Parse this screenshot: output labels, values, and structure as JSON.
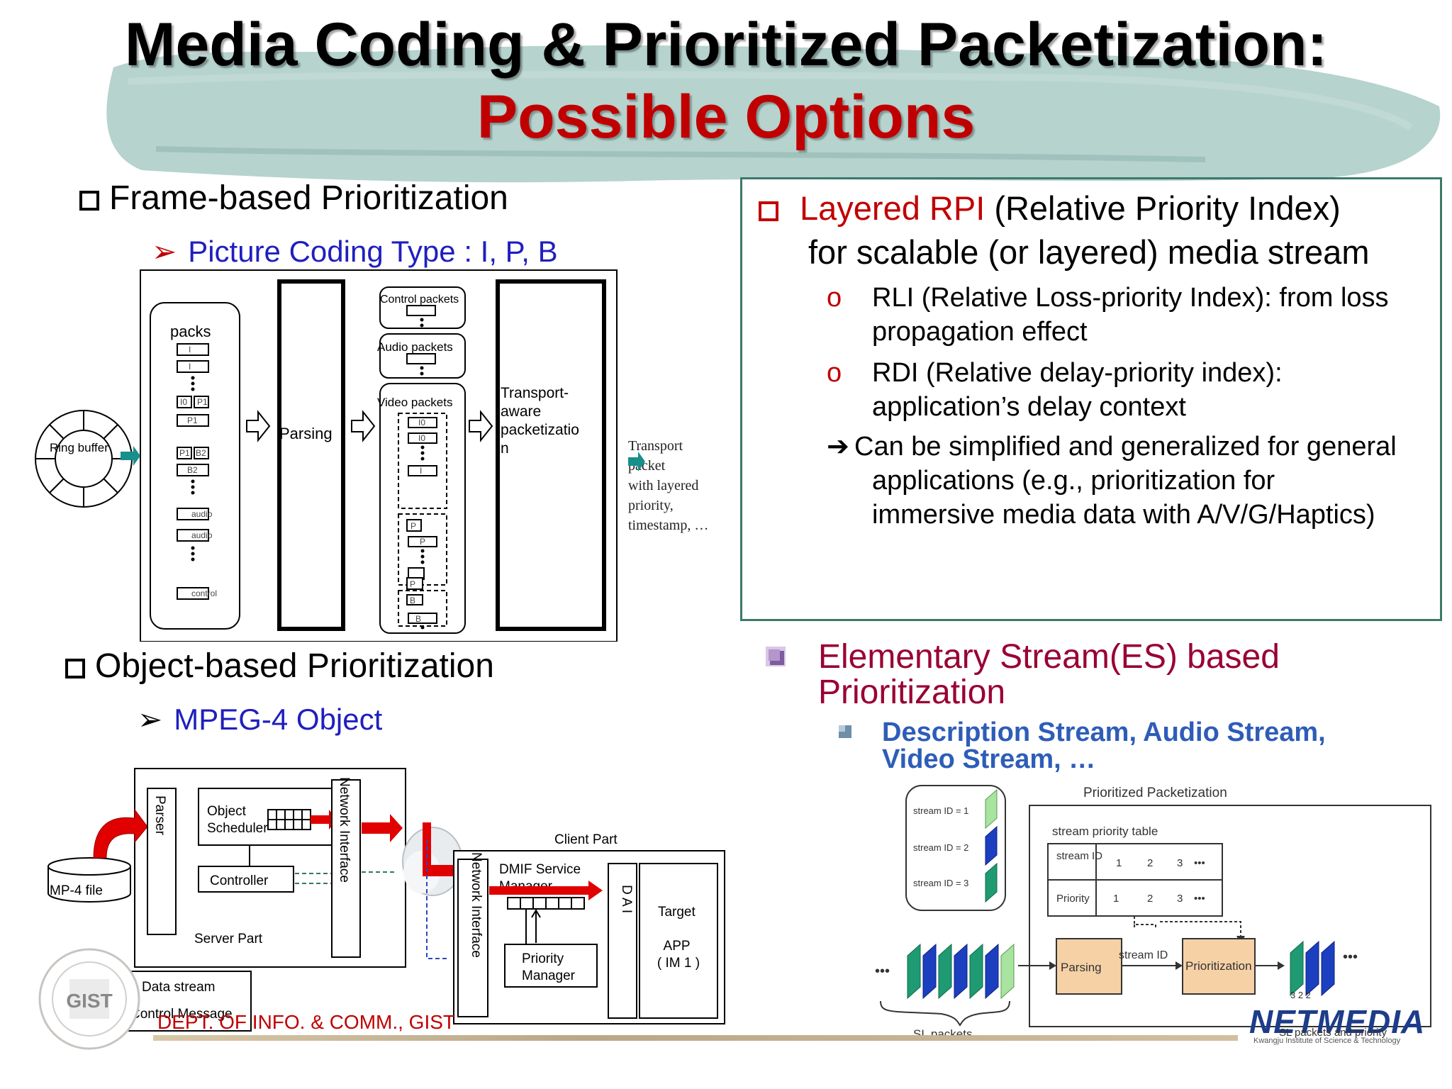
{
  "title": {
    "line1": "Media Coding & Prioritized Packetization:",
    "line2": "Possible Options"
  },
  "frame_section": {
    "heading": "Frame-based Prioritization",
    "sub": "Picture Coding Type : I, P, B",
    "diagram": {
      "ring_buffer": "Ring buffer",
      "packs": "packs",
      "pack_items": [
        "I",
        "I",
        "I0",
        "P1",
        "P1",
        "P1",
        "B2",
        "B2",
        "audio",
        "audio",
        "control"
      ],
      "parsing": "Parsing",
      "control_packets": "Control packets",
      "audio_packets": "Audio packets",
      "video_packets": "Video packets",
      "video_items": [
        "I0",
        "I0",
        "I",
        "P",
        "P",
        "P",
        "B",
        "B"
      ],
      "transport_aware": [
        "Transport-",
        "aware",
        "packetizatio",
        "n"
      ],
      "transport_packet": [
        "Transport",
        "packet",
        "with layered",
        "priority,",
        "timestamp, …"
      ]
    }
  },
  "object_section": {
    "heading": "Object-based Prioritization",
    "sub": "MPEG-4 Object",
    "diagram": {
      "mp4_file": "MP-4 file",
      "parser": "Parser",
      "object_scheduler": [
        "Object",
        "Scheduler"
      ],
      "controller": "Controller",
      "network_interface": "Network Interface",
      "server_part": "Server Part",
      "client_part": "Client Part",
      "dmif": [
        "DMIF Service",
        "Manager"
      ],
      "dai": "D A I",
      "target_app": [
        "Target",
        "APP",
        "( IM 1 )"
      ],
      "priority_manager": [
        "Priority",
        "Manager"
      ],
      "legend_data": "Data stream",
      "legend_control": "Control Message"
    }
  },
  "rpi_box": {
    "bullet_red": "Layered RPI",
    "bullet_rest": " (Relative Priority Index)",
    "line2": "for scalable (or layered) media stream",
    "o_marker": "o",
    "rli": [
      "RLI (Relative Loss-priority Index): from loss",
      "propagation effect"
    ],
    "rdi": [
      "RDI (Relative delay-priority index):",
      "application’s delay context"
    ],
    "arrow_lines": [
      "Can be simplified and generalized for general",
      "applications (e.g., prioritization for",
      "immersive media data with A/V/G/Haptics)"
    ]
  },
  "es_section": {
    "heading_line1": "Elementary Stream(ES) based",
    "heading_line2": "Prioritization",
    "sub_line1": "Description Stream, Audio Stream,",
    "sub_line2": "Video Stream, …",
    "diagram": {
      "stream_ids": [
        "stream ID = 1",
        "stream ID = 2",
        "stream ID = 3"
      ],
      "prioritized_packetization": "Prioritized Packetization",
      "stream_priority_table": "stream priority table",
      "table_row1": [
        "stream ID",
        "1",
        "2",
        "3",
        "•••"
      ],
      "table_row2": [
        "Priority",
        "1",
        "2",
        "3",
        "•••"
      ],
      "parsing": "Parsing",
      "stream_id_label": "stream ID",
      "prioritization": "Prioritization",
      "priority_digits": "3  2  2",
      "sl_packets": "SL packets",
      "dots": "•••"
    }
  },
  "footer": {
    "dept": "DEPT. OF INFO. & COMM., GIST",
    "logo_text": "NETMEDIA",
    "logo_sub": "SL packets and priority",
    "logo_sub2": "Kwangju Institute of Science & Technology",
    "seal_letters": "GIST"
  },
  "colors": {
    "title_red": "#c00000",
    "blue_sub": "#1f1fbf",
    "es_heading": "#990033",
    "es_sub": "#2e5db8",
    "box_border": "#3c7a6a",
    "brush": "#a9cbc6"
  }
}
